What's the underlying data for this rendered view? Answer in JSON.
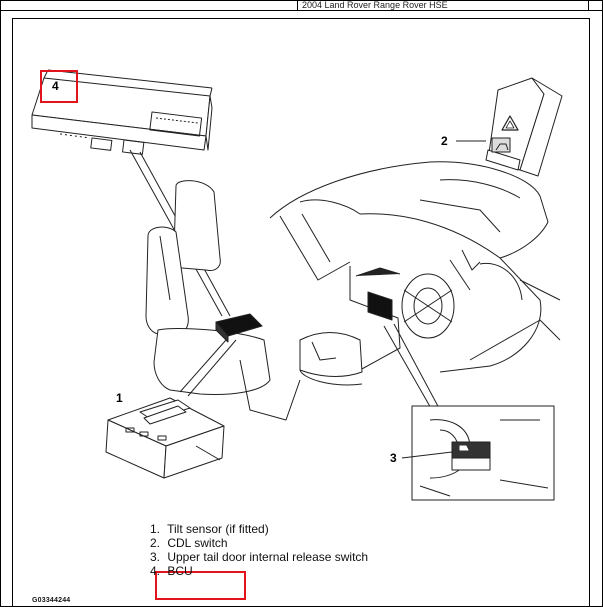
{
  "header": {
    "vehicle": "2004 Land Rover Range Rover HSE"
  },
  "callouts": {
    "c1": "1",
    "c2": "2",
    "c3": "3",
    "c4": "4"
  },
  "legend": [
    {
      "num": "1.",
      "text": "Tilt sensor (if fitted)"
    },
    {
      "num": "2.",
      "text": "CDL switch"
    },
    {
      "num": "3.",
      "text": "Upper tail door internal release switch"
    },
    {
      "num": "4.",
      "text": "BCU"
    }
  ],
  "figure_code": "G03344244",
  "colors": {
    "highlight": "#e1141b",
    "line": "#222222"
  }
}
